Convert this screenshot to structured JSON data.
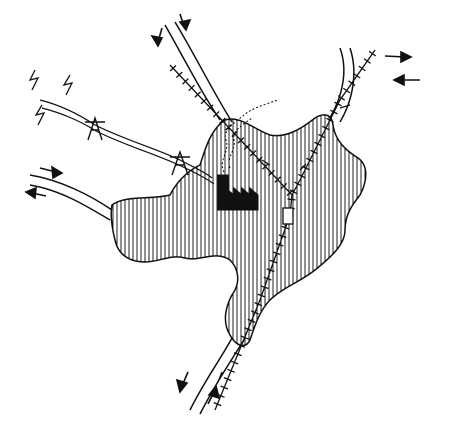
{
  "figure": {
    "subject": "city-map-schematic",
    "colors": {
      "ink": "#111111",
      "paper": "#ffffff",
      "urban_fill": "#ffffff",
      "hatch": "#222222"
    },
    "icons": {
      "factory": "factory-icon",
      "power_pylon": "power-pylon-icon",
      "lightning": "lightning-icon",
      "smoke": "smoke-icon",
      "traffic_arrow": "arrow-icon"
    },
    "road_count": 4,
    "railway_count": 2,
    "pylon_count": 2,
    "lightning_count": 3
  }
}
